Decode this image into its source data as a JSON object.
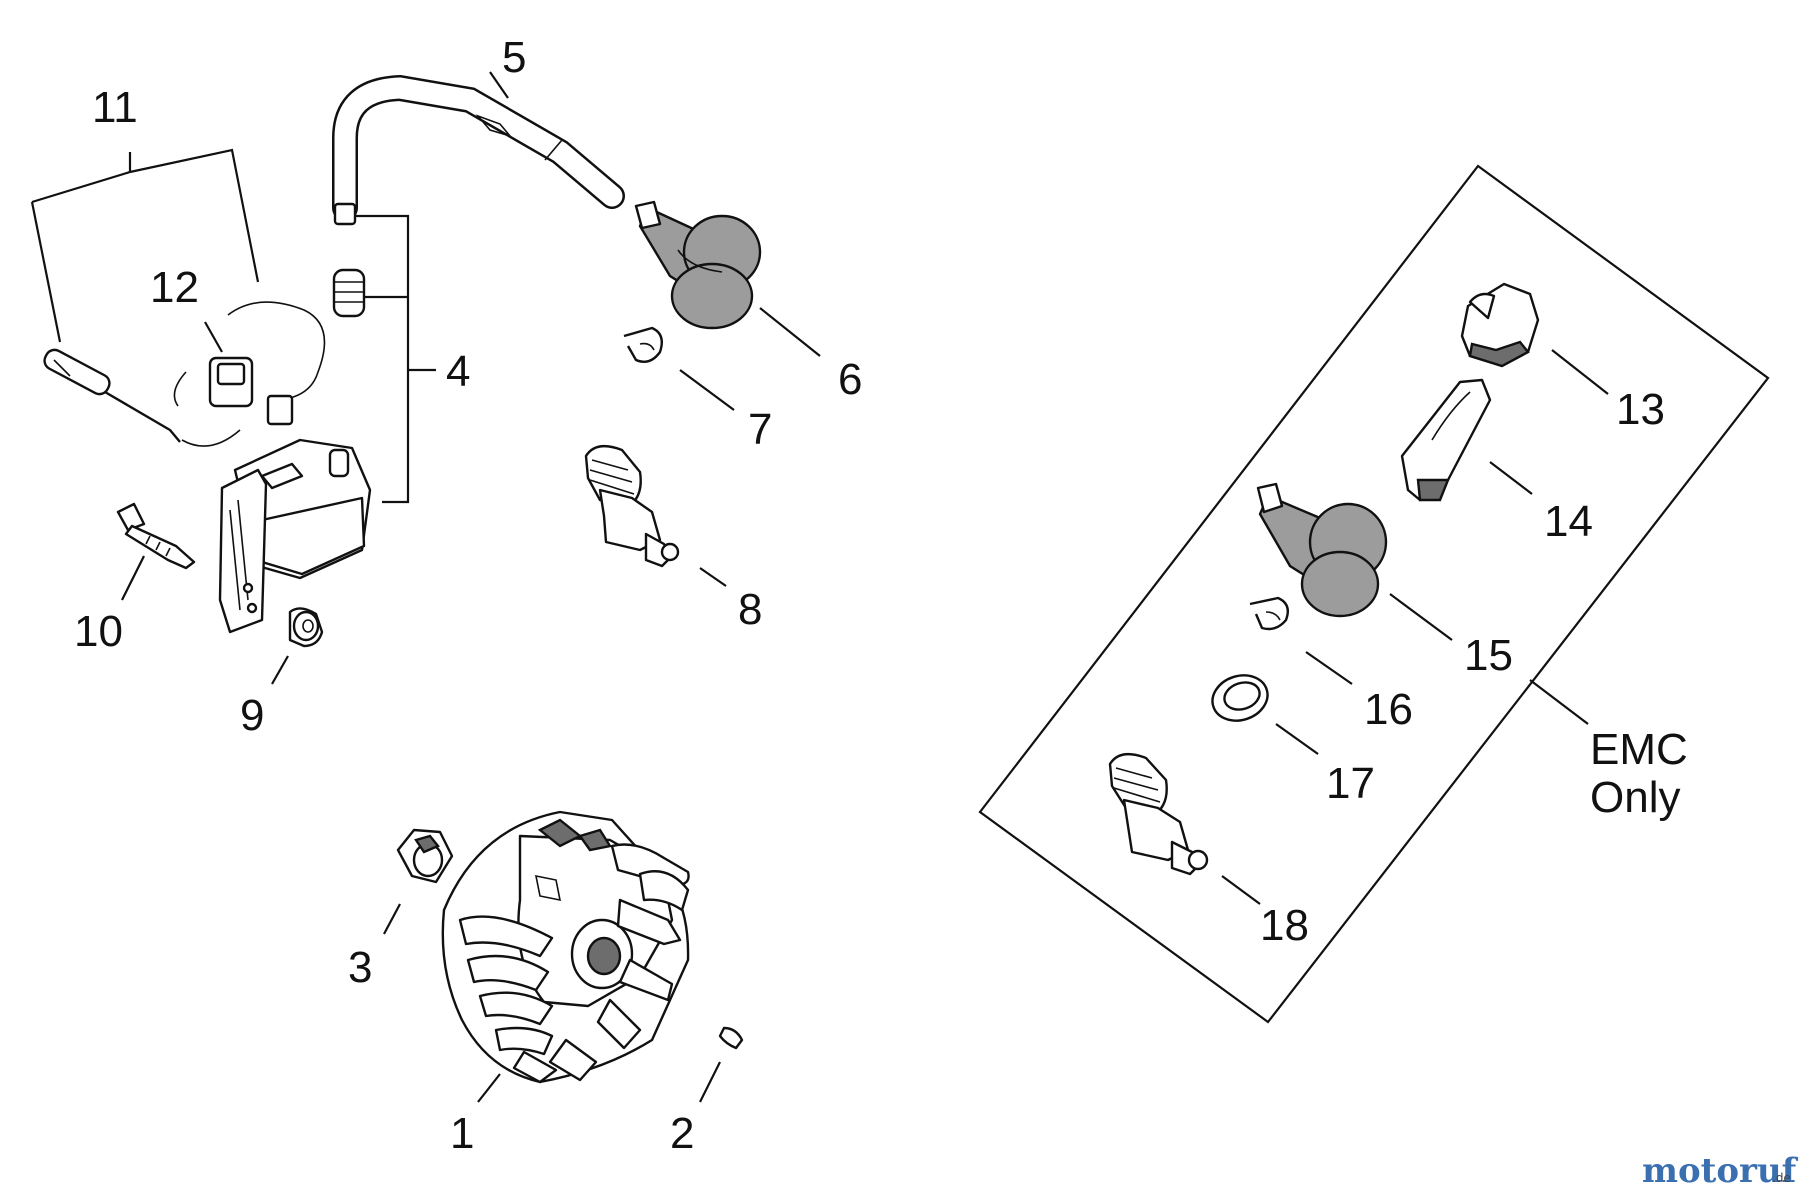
{
  "labels": {
    "l1": "1",
    "l2": "2",
    "l3": "3",
    "l4": "4",
    "l5": "5",
    "l6": "6",
    "l7": "7",
    "l8": "8",
    "l9": "9",
    "l10": "10",
    "l11": "11",
    "l12": "12",
    "l13": "13",
    "l14": "14",
    "l15": "15",
    "l16": "16",
    "l17": "17",
    "l18": "18"
  },
  "emc_box": {
    "line1": "EMC",
    "line2": "Only"
  },
  "watermark": {
    "brand": "motoruf",
    "suffix": ".de"
  }
}
